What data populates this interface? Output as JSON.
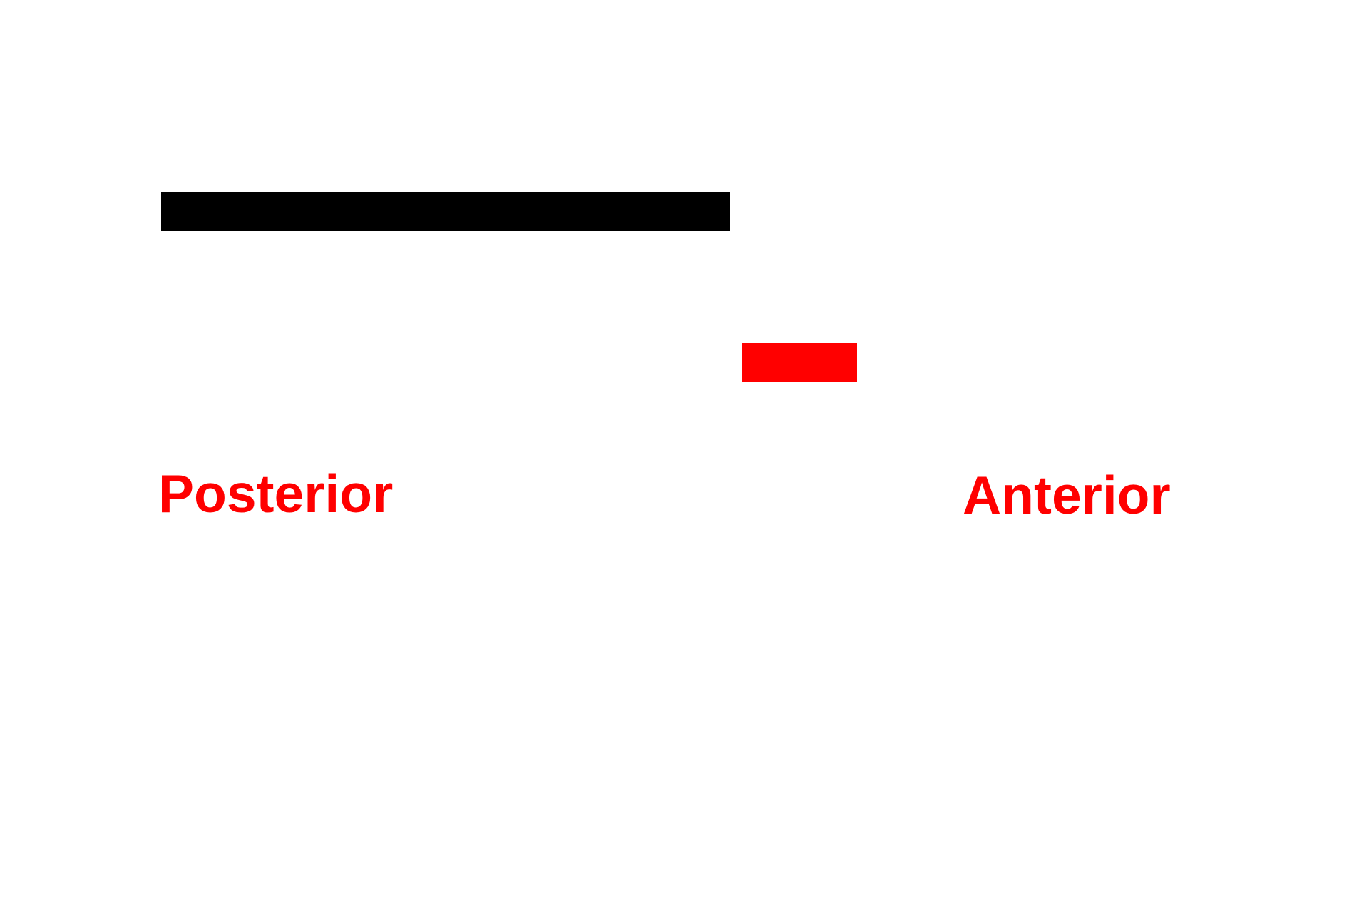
{
  "diagram": {
    "background_color": "#ffffff",
    "bars": [
      {
        "name": "black-bar",
        "color": "#000000"
      },
      {
        "name": "red-bar",
        "color": "#ff0000"
      }
    ],
    "labels": {
      "left": "Posterior",
      "right": "Anterior",
      "color": "#ff0000"
    }
  }
}
